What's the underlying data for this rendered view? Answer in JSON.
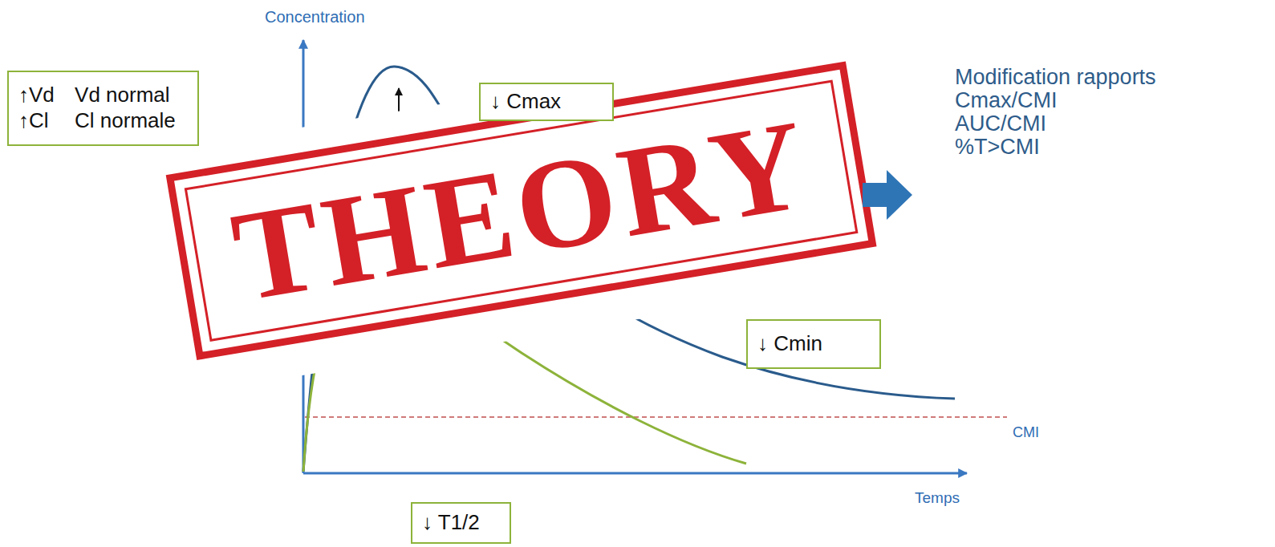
{
  "diagram": {
    "nodes": [
      {
        "text": [
          "↑Vd",
          "Vd normal",
          "↑Cl",
          "Cl normale"
        ]
      },
      {
        "text": [
          "↓ Cmax"
        ]
      },
      {
        "text": [
          "↓ Cmin"
        ]
      },
      {
        "text": [
          "↓ T1/2"
        ]
      }
    ],
    "labels": [
      "Concentration",
      "Temps",
      "CMI",
      "Modification rapports",
      "Cmax/CMI",
      "AUC/CMI",
      "%T>CMI",
      "THEORY"
    ]
  }
}
